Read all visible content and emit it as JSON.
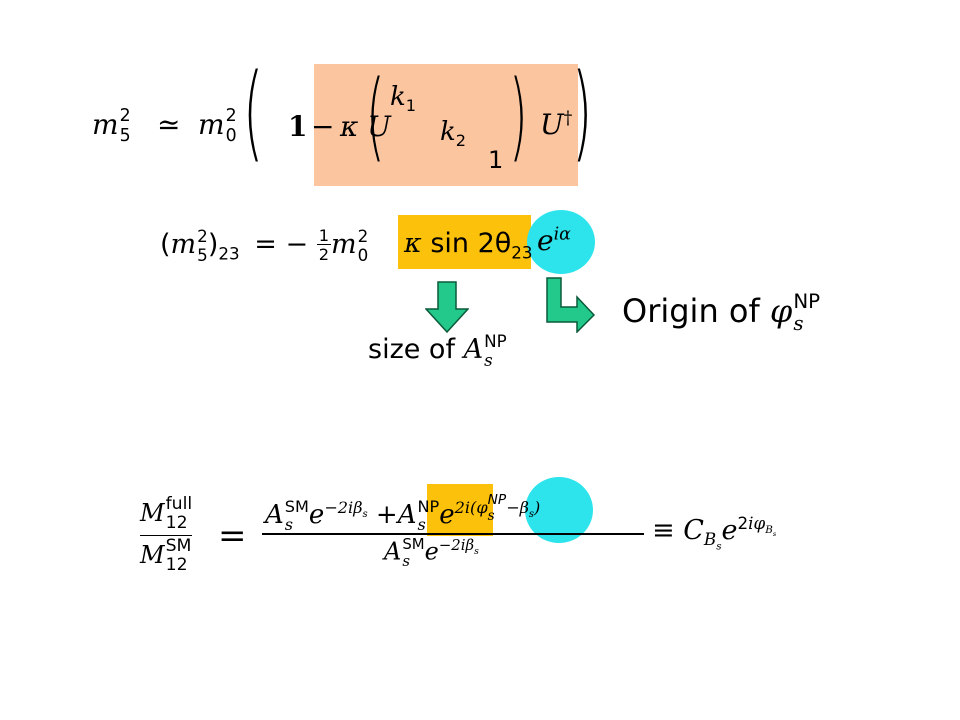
{
  "colors": {
    "matrix_highlight": "#fbc5a0",
    "amplitude_highlight": "#fcc10a",
    "phase_highlight": "#2de4ec",
    "arrow_fill": "#23c98a",
    "arrow_stroke": "#0a5a3a"
  },
  "eq1": {
    "lhs_m": "m",
    "lhs_sup": "2",
    "lhs_sub": "5",
    "approx": "≃",
    "m0": "m",
    "m0_sup": "2",
    "m0_sub": "0",
    "lparen": "(",
    "rparen": ")",
    "one": "1",
    "minus": "−",
    "kappa_u": "κ U",
    "k1": "k",
    "k1_sub": "1",
    "k2": "k",
    "k2_sub": "2",
    "diag_one": "1",
    "u": "U",
    "u_sup": "†"
  },
  "eq2": {
    "lhs_open": "(m",
    "lhs_sup": "2",
    "lhs_sub": "5",
    "lhs_close": ")",
    "lhs_idx": "23",
    "equals_minus": "= −",
    "half_num": "1",
    "half_den": "2",
    "m0": "m",
    "m0_sup": "2",
    "m0_sub": "0",
    "kappa": "κ",
    "sin": "sin 2θ",
    "theta_sub": "23",
    "exp": "e",
    "exp_sup": "iα"
  },
  "labels": {
    "size_of": "size of",
    "a_s": "A",
    "a_sub": "s",
    "a_sup": "NP",
    "origin_of": "Origin of",
    "phi_s": "φ",
    "phi_sub": "s",
    "phi_sup": "NP"
  },
  "eq3": {
    "m_full": "M",
    "full_sup": "full",
    "full_sub": "12",
    "m_sm": "M",
    "sm_sup": "SM",
    "sm_sub": "12",
    "equals": "=",
    "num_a": "A",
    "num_a_sub": "s",
    "num_a_sup": "SM",
    "num_e": "e",
    "num_e_sup": "−2iβ",
    "num_e_sup_sub": "s",
    "plus": "+",
    "np_a": "A",
    "np_a_sub": "s",
    "np_a_sup": "NP",
    "np_e": "e",
    "np_e_sup_a": "2i(φ",
    "np_e_phi_sup": "NP",
    "np_e_phi_sub": "s",
    "np_e_sup_b": "−β",
    "np_e_beta_sub": "s",
    "np_e_close": ")",
    "den_a": "A",
    "den_a_sub": "s",
    "den_a_sup": "SM",
    "den_e": "e",
    "den_e_sup": "−2iβ",
    "den_e_sup_sub": "s",
    "equiv": "≡",
    "c": "C",
    "c_sub": "B",
    "c_sub_sub": "s",
    "rhs_e": "e",
    "rhs_sup": "2iφ",
    "rhs_sup_sub": "B",
    "rhs_sup_sub_sub": "s"
  }
}
